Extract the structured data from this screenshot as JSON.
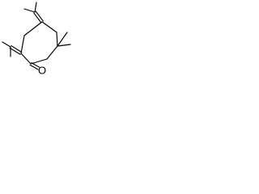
{
  "molecule": {
    "atoms": [
      {
        "id": "c1",
        "element": "C"
      },
      {
        "id": "c2",
        "element": "C"
      },
      {
        "id": "c3",
        "element": "C"
      },
      {
        "id": "c4",
        "element": "C"
      },
      {
        "id": "c5",
        "element": "C"
      },
      {
        "id": "c6",
        "element": "C"
      },
      {
        "id": "c7",
        "element": "C"
      },
      {
        "id": "o8",
        "element": "O",
        "label": "O"
      },
      {
        "id": "c9",
        "element": "C"
      },
      {
        "id": "c10",
        "element": "C"
      },
      {
        "id": "c11",
        "element": "C"
      },
      {
        "id": "c12",
        "element": "C"
      },
      {
        "id": "c13",
        "element": "C"
      },
      {
        "id": "c14",
        "element": "C"
      },
      {
        "id": "c15",
        "element": "C"
      },
      {
        "id": "c16",
        "element": "C"
      }
    ],
    "bonds": [
      {
        "from": "c1",
        "to": "c2",
        "order": 1
      },
      {
        "from": "c2",
        "to": "c3",
        "order": 1
      },
      {
        "from": "c3",
        "to": "c4",
        "order": 1
      },
      {
        "from": "c4",
        "to": "c5",
        "order": 1
      },
      {
        "from": "c5",
        "to": "c6",
        "order": 1
      },
      {
        "from": "c6",
        "to": "c7",
        "order": 1
      },
      {
        "from": "c7",
        "to": "c1",
        "order": 1
      },
      {
        "from": "c7",
        "to": "o8",
        "order": 2
      },
      {
        "from": "c1",
        "to": "c9",
        "order": 2
      },
      {
        "from": "c9",
        "to": "c10",
        "order": 1
      },
      {
        "from": "c9",
        "to": "c11",
        "order": 1
      },
      {
        "from": "c3",
        "to": "c12",
        "order": 2
      },
      {
        "from": "c12",
        "to": "c13",
        "order": 1
      },
      {
        "from": "c12",
        "to": "c14",
        "order": 1
      },
      {
        "from": "c5",
        "to": "c15",
        "order": 1
      },
      {
        "from": "c5",
        "to": "c16",
        "order": 1
      }
    ]
  }
}
